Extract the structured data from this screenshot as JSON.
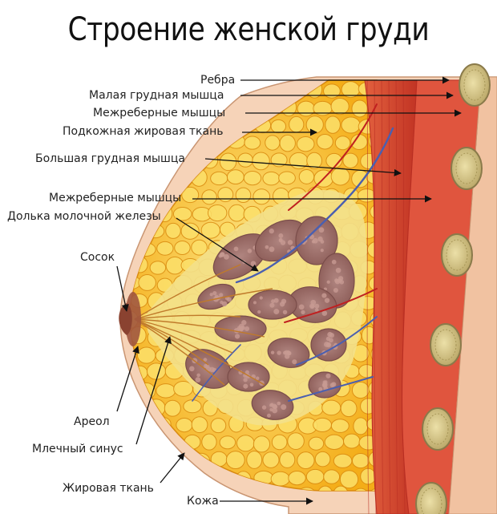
{
  "title": "Строение женской груди",
  "labels": {
    "ribs": "Ребра",
    "pectoralis_minor": "Малая грудная мышца",
    "intercostal_1": "Межреберные мышцы",
    "subcutaneous_fat": "Подкожная жировая ткань",
    "pectoralis_major": "Большая грудная мышца",
    "intercostal_2": "Межреберные мышцы",
    "lobule": "Долька молочной железы",
    "nipple": "Сосок",
    "areola": "Ареол",
    "lactiferous_sinus": "Млечный синус",
    "adipose_tissue": "Жировая ткань",
    "skin": "Кожа"
  },
  "colors": {
    "skin": "#f6d3b8",
    "skin_edge": "#c99572",
    "fat": "#f5b81e",
    "fat_light": "#fce06a",
    "fat_lobule_edge": "#d98a10",
    "gland": "#9e6f6a",
    "gland_dark": "#7a4d4a",
    "muscle": "#d84a3a",
    "muscle_dark": "#b82e22",
    "rib": "#d9c78a",
    "rib_edge": "#8a7a4a",
    "vein": "#4a5fb0",
    "artery": "#c02020",
    "pointer": "#111111"
  }
}
